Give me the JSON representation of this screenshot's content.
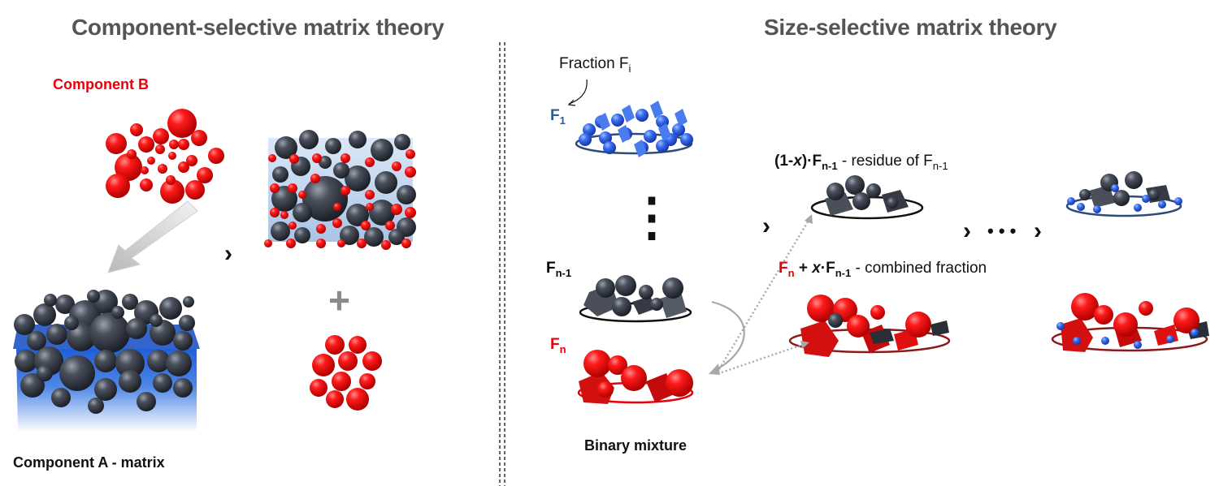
{
  "left": {
    "title": "Component-selective matrix theory",
    "component_b": "Component B",
    "component_a": "Component A - matrix",
    "arrow": "›",
    "plus": "+"
  },
  "right": {
    "title": "Size-selective matrix theory",
    "fraction_label": "Fraction F",
    "fraction_sub": "i",
    "f1_sym": "F",
    "f1_sub": "1",
    "dots": "⋮",
    "fn1_sym": "F",
    "fn1_sub": "n-1",
    "fn_sym": "F",
    "fn_sub": "n",
    "binary": "Binary mixture",
    "residue_a": "(1-",
    "residue_x": "x",
    "residue_b": ")·",
    "residue_f": "F",
    "residue_fsub": "n-1",
    "residue_text": " - residue of F",
    "residue_text_sub": "n-1",
    "combined_f": "F",
    "combined_fsub": "n",
    "combined_plus": " + ",
    "combined_x": "x",
    "combined_dot": "·",
    "combined_f2": "F",
    "combined_f2sub": "n-1",
    "combined_text": " - combined fraction",
    "chev1": "›",
    "chev2": "›",
    "ellipsis": "• • •",
    "chev3": "›"
  },
  "colors": {
    "red": "#e8000b",
    "dark": "#3b4150",
    "blue": "#2f5fe0",
    "ring_blue": "#2e4a7a",
    "ring_red": "#8b1a1a"
  }
}
